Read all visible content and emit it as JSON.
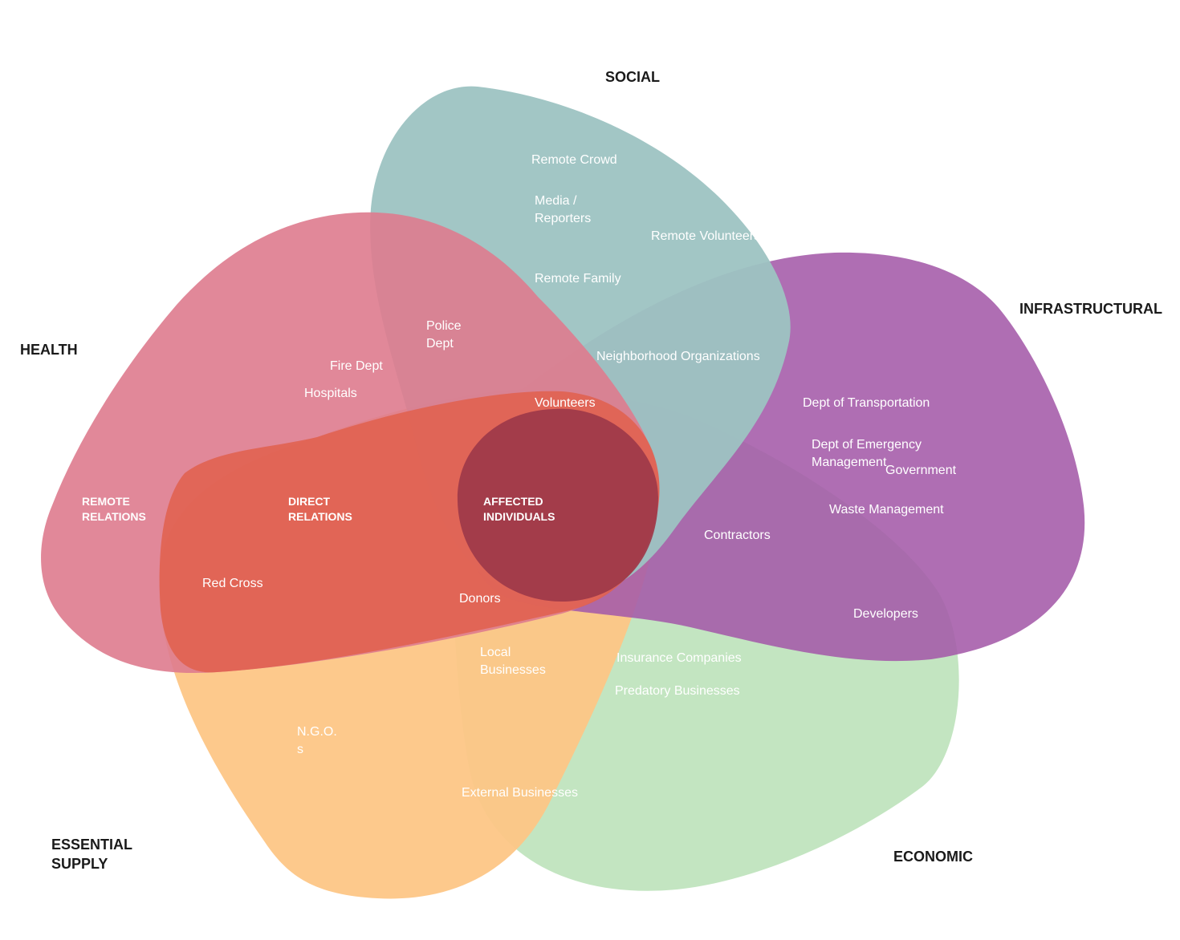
{
  "colors": {
    "social": "#9dc3c2",
    "health": "#de7b8e",
    "infrastructural": "#a45aa8",
    "economic": "#c0e4be",
    "essential_supply": "#fdc686",
    "direct_relations": "#e0614f",
    "affected_individuals": "#9f3a4a",
    "label_dark": "#1a1a1a",
    "label_light": "#ffffff"
  },
  "categories": {
    "social": "SOCIAL",
    "infrastructural": "INFRASTRUCTURAL",
    "health": "HEALTH",
    "essential_supply": "ESSENTIAL\nSUPPLY",
    "economic": "ECONOMIC"
  },
  "rings": {
    "remote": "REMOTE\nRELATIONS",
    "direct": "DIRECT\nRELATIONS",
    "affected": "AFFECTED\nINDIVIDUALS"
  },
  "entities": {
    "remote_crowd": "Remote Crowd",
    "media_reporters": "Media /\nReporters",
    "remote_volunteers": "Remote Volunteers",
    "remote_family": "Remote Family",
    "police_dept": "Police\nDept",
    "neighborhood_organizations": "Neighborhood Organizations",
    "fire_dept": "Fire Dept",
    "hospitals": "Hospitals",
    "volunteers": "Volunteers",
    "dept_transportation": "Dept of Transportation",
    "dept_emergency_management": "Dept of Emergency\nManagement",
    "government": "Government",
    "waste_management": "Waste Management",
    "contractors": "Contractors",
    "red_cross": "Red Cross",
    "donors": "Donors",
    "developers": "Developers",
    "local_businesses": "Local\nBusinesses",
    "insurance_companies": "Insurance Companies",
    "predatory_businesses": "Predatory Businesses",
    "ngos": "N.G.O.\ns",
    "external_businesses": "External Businesses"
  }
}
